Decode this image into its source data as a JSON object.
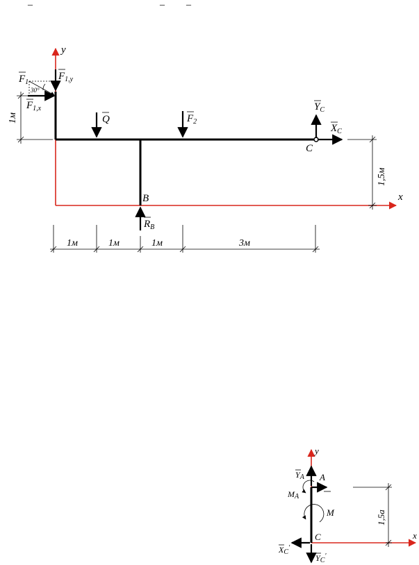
{
  "colors": {
    "axis": "#d9261c",
    "beam": "#000000"
  },
  "top_strip": {
    "marks": [
      "_",
      "_",
      "_"
    ]
  },
  "diagram1": {
    "axis_x": "x",
    "axis_y": "y",
    "forces": {
      "F1": "F",
      "F1_sub": "1",
      "F1y": "F",
      "F1y_sub": "1,y",
      "F1x": "F",
      "F1x_sub": "1,x",
      "angle": "30°",
      "Q": "Q",
      "F2": "F",
      "F2_sub": "2",
      "YC": "Y",
      "YC_sub": "C",
      "XC": "X",
      "XC_sub": "C",
      "RB": "R",
      "RB_sub": "B"
    },
    "points": {
      "B": "B",
      "C": "C"
    },
    "dims": {
      "left_height": "1м",
      "right_height": "1,5м",
      "d1": "1м",
      "d2": "1м",
      "d3": "1м",
      "d4": "3м"
    }
  },
  "diagram2": {
    "axis_x": "x",
    "axis_y": "y",
    "YA": "Y",
    "YA_sub": "A",
    "A": "A",
    "MA": "M",
    "MA_sub": "A",
    "M": "M",
    "C": "C",
    "XC": "X",
    "XC_sub": "C",
    "XC_prime": "′",
    "YC": "Y",
    "YC_sub": "C",
    "YC_prime": "′",
    "height": "1,5a"
  }
}
